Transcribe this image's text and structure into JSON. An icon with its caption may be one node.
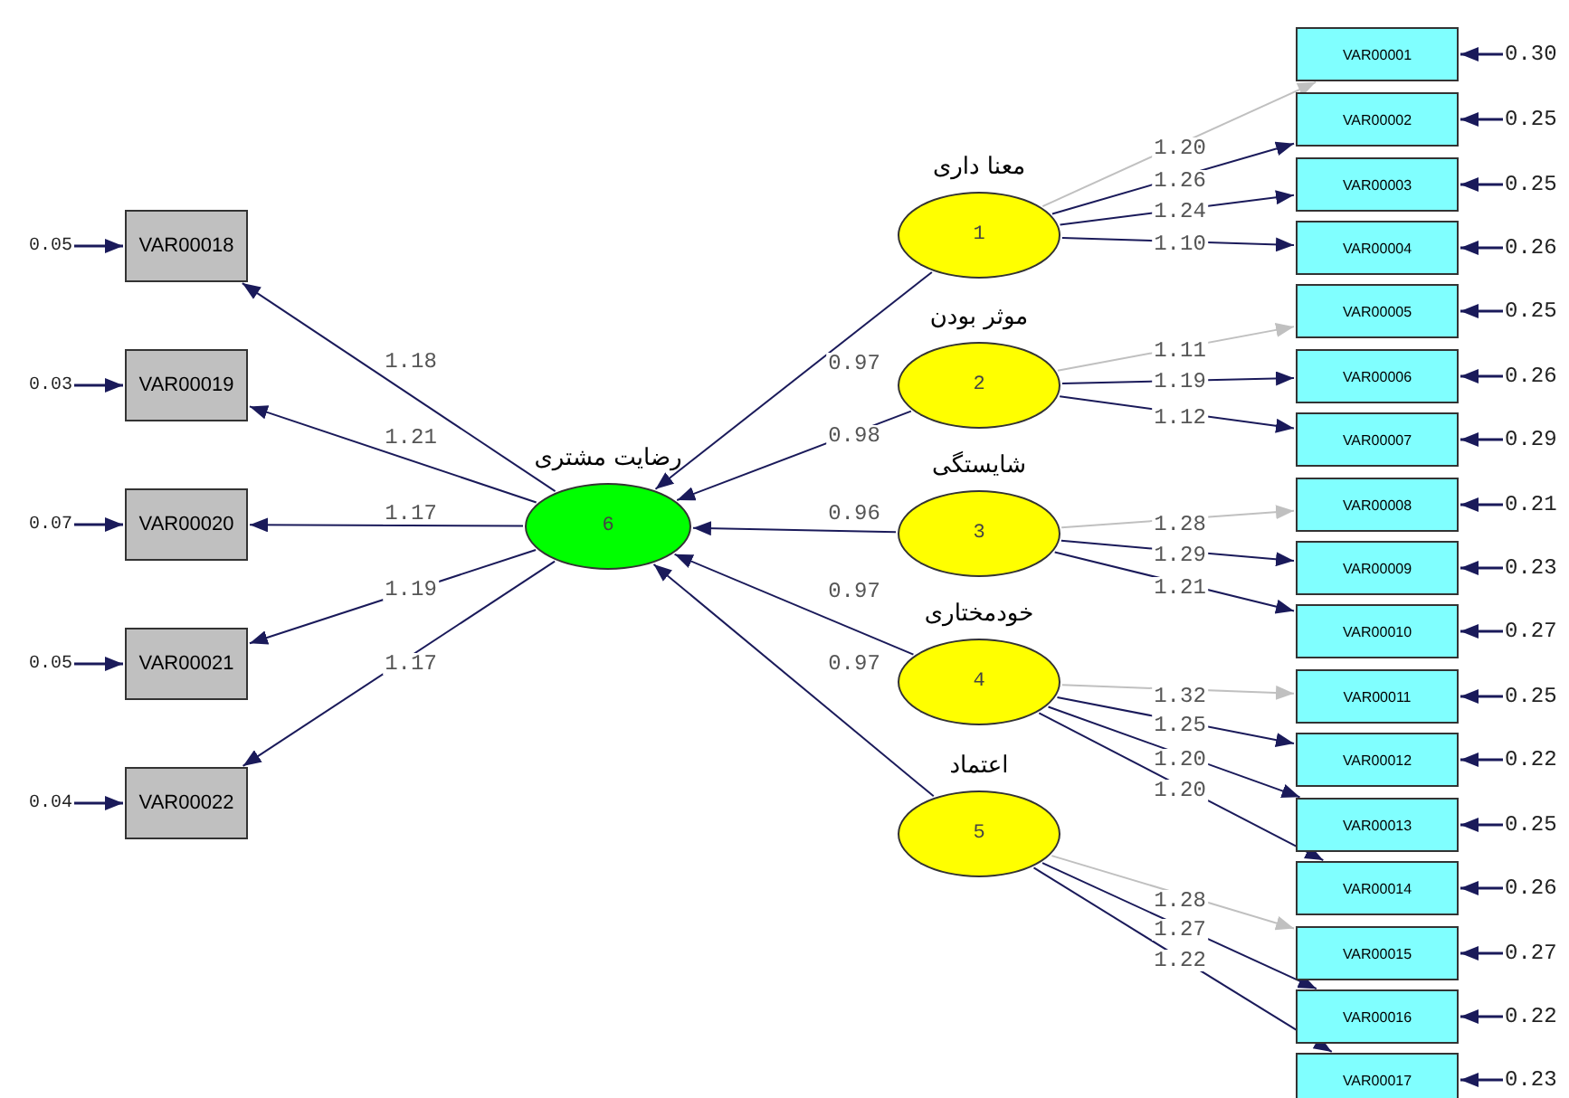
{
  "diagram": {
    "nodes": [
      {
        "text": [
          "VAR00018"
        ]
      },
      {
        "text": [
          "VAR00019"
        ]
      },
      {
        "text": [
          "VAR00020"
        ]
      },
      {
        "text": [
          "VAR00021"
        ]
      },
      {
        "text": [
          "VAR00022"
        ]
      },
      {
        "text": [
          "رضایت مشتری",
          "6"
        ]
      },
      {
        "text": [
          "معنا داری",
          "1"
        ]
      },
      {
        "text": [
          "موثر بودن",
          "2"
        ]
      },
      {
        "text": [
          "شایستگی",
          "3"
        ]
      },
      {
        "text": [
          "خودمختاری",
          "4"
        ]
      },
      {
        "text": [
          "اعتماد",
          "5"
        ]
      },
      {
        "text": [
          "VAR00001"
        ]
      },
      {
        "text": [
          "VAR00002"
        ]
      },
      {
        "text": [
          "VAR00003"
        ]
      },
      {
        "text": [
          "VAR00004"
        ]
      },
      {
        "text": [
          "VAR00005"
        ]
      },
      {
        "text": [
          "VAR00006"
        ]
      },
      {
        "text": [
          "VAR00007"
        ]
      },
      {
        "text": [
          "VAR00008"
        ]
      },
      {
        "text": [
          "VAR00009"
        ]
      },
      {
        "text": [
          "VAR00010"
        ]
      },
      {
        "text": [
          "VAR00011"
        ]
      },
      {
        "text": [
          "VAR00012"
        ]
      },
      {
        "text": [
          "VAR00013"
        ]
      },
      {
        "text": [
          "VAR00014"
        ]
      },
      {
        "text": [
          "VAR00015"
        ]
      },
      {
        "text": [
          "VAR00016"
        ]
      },
      {
        "text": [
          "VAR00017"
        ]
      },
      {
        "text": [
          "0.05"
        ]
      },
      {
        "text": [
          "0.03"
        ]
      },
      {
        "text": [
          "0.07"
        ]
      },
      {
        "text": [
          "0.05"
        ]
      },
      {
        "text": [
          "0.04"
        ]
      },
      {
        "text": [
          "0.30"
        ]
      },
      {
        "text": [
          "0.25"
        ]
      },
      {
        "text": [
          "0.25"
        ]
      },
      {
        "text": [
          "0.26"
        ]
      },
      {
        "text": [
          "0.25"
        ]
      },
      {
        "text": [
          "0.26"
        ]
      },
      {
        "text": [
          "0.29"
        ]
      },
      {
        "text": [
          "0.21"
        ]
      },
      {
        "text": [
          "0.23"
        ]
      },
      {
        "text": [
          "0.27"
        ]
      },
      {
        "text": [
          "0.25"
        ]
      },
      {
        "text": [
          "0.22"
        ]
      },
      {
        "text": [
          "0.25"
        ]
      },
      {
        "text": [
          "0.26"
        ]
      },
      {
        "text": [
          "0.27"
        ]
      },
      {
        "text": [
          "0.22"
        ]
      },
      {
        "text": [
          "0.23"
        ]
      }
    ],
    "edges": [
      {
        "from": 5,
        "to": 0,
        "arrow": "to",
        "label": "1.18"
      },
      {
        "from": 5,
        "to": 1,
        "arrow": "to",
        "label": "1.21"
      },
      {
        "from": 5,
        "to": 2,
        "arrow": "to",
        "label": "1.17"
      },
      {
        "from": 5,
        "to": 3,
        "arrow": "to",
        "label": "1.19"
      },
      {
        "from": 5,
        "to": 4,
        "arrow": "to",
        "label": "1.17"
      },
      {
        "from": 6,
        "to": 5,
        "arrow": "to",
        "label": "0.97"
      },
      {
        "from": 7,
        "to": 5,
        "arrow": "to",
        "label": "0.98"
      },
      {
        "from": 8,
        "to": 5,
        "arrow": "to",
        "label": "0.96"
      },
      {
        "from": 9,
        "to": 5,
        "arrow": "to",
        "label": "0.97"
      },
      {
        "from": 10,
        "to": 5,
        "arrow": "to",
        "label": "0.97"
      },
      {
        "from": 6,
        "to": 11,
        "arrow": "to",
        "label": "1.20",
        "color": "#c0c0c0"
      },
      {
        "from": 6,
        "to": 12,
        "arrow": "to",
        "label": "1.26"
      },
      {
        "from": 6,
        "to": 13,
        "arrow": "to",
        "label": "1.24"
      },
      {
        "from": 6,
        "to": 14,
        "arrow": "to",
        "label": "1.10"
      },
      {
        "from": 7,
        "to": 15,
        "arrow": "to",
        "label": "1.11",
        "color": "#c0c0c0"
      },
      {
        "from": 7,
        "to": 16,
        "arrow": "to",
        "label": "1.19"
      },
      {
        "from": 7,
        "to": 17,
        "arrow": "to",
        "label": "1.12"
      },
      {
        "from": 8,
        "to": 18,
        "arrow": "to",
        "label": "1.28",
        "color": "#c0c0c0"
      },
      {
        "from": 8,
        "to": 19,
        "arrow": "to",
        "label": "1.29"
      },
      {
        "from": 8,
        "to": 20,
        "arrow": "to",
        "label": "1.21"
      },
      {
        "from": 9,
        "to": 21,
        "arrow": "to",
        "label": "1.32",
        "color": "#c0c0c0"
      },
      {
        "from": 9,
        "to": 22,
        "arrow": "to",
        "label": "1.25"
      },
      {
        "from": 9,
        "to": 23,
        "arrow": "to",
        "label": "1.20"
      },
      {
        "from": 9,
        "to": 24,
        "arrow": "to",
        "label": "1.20"
      },
      {
        "from": 10,
        "to": 25,
        "arrow": "to",
        "label": "1.28",
        "color": "#c0c0c0"
      },
      {
        "from": 10,
        "to": 26,
        "arrow": "to",
        "label": "1.27"
      },
      {
        "from": 10,
        "to": 27,
        "arrow": "to",
        "label": "1.22"
      },
      {
        "from": 28,
        "to": 0,
        "arrow": "to"
      },
      {
        "from": 29,
        "to": 1,
        "arrow": "to"
      },
      {
        "from": 30,
        "to": 2,
        "arrow": "to"
      },
      {
        "from": 31,
        "to": 3,
        "arrow": "to"
      },
      {
        "from": 32,
        "to": 4,
        "arrow": "to"
      },
      {
        "from": 33,
        "to": 11,
        "arrow": "to"
      },
      {
        "from": 34,
        "to": 12,
        "arrow": "to"
      },
      {
        "from": 35,
        "to": 13,
        "arrow": "to"
      },
      {
        "from": 36,
        "to": 14,
        "arrow": "to"
      },
      {
        "from": 37,
        "to": 15,
        "arrow": "to"
      },
      {
        "from": 38,
        "to": 16,
        "arrow": "to"
      },
      {
        "from": 39,
        "to": 17,
        "arrow": "to"
      },
      {
        "from": 40,
        "to": 18,
        "arrow": "to"
      },
      {
        "from": 41,
        "to": 19,
        "arrow": "to"
      },
      {
        "from": 42,
        "to": 20,
        "arrow": "to"
      },
      {
        "from": 43,
        "to": 21,
        "arrow": "to"
      },
      {
        "from": 44,
        "to": 22,
        "arrow": "to"
      },
      {
        "from": 45,
        "to": 23,
        "arrow": "to"
      },
      {
        "from": 46,
        "to": 24,
        "arrow": "to"
      },
      {
        "from": 47,
        "to": 25,
        "arrow": "to"
      },
      {
        "from": 48,
        "to": 26,
        "arrow": "to"
      },
      {
        "from": 49,
        "to": 27,
        "arrow": "to"
      }
    ]
  }
}
